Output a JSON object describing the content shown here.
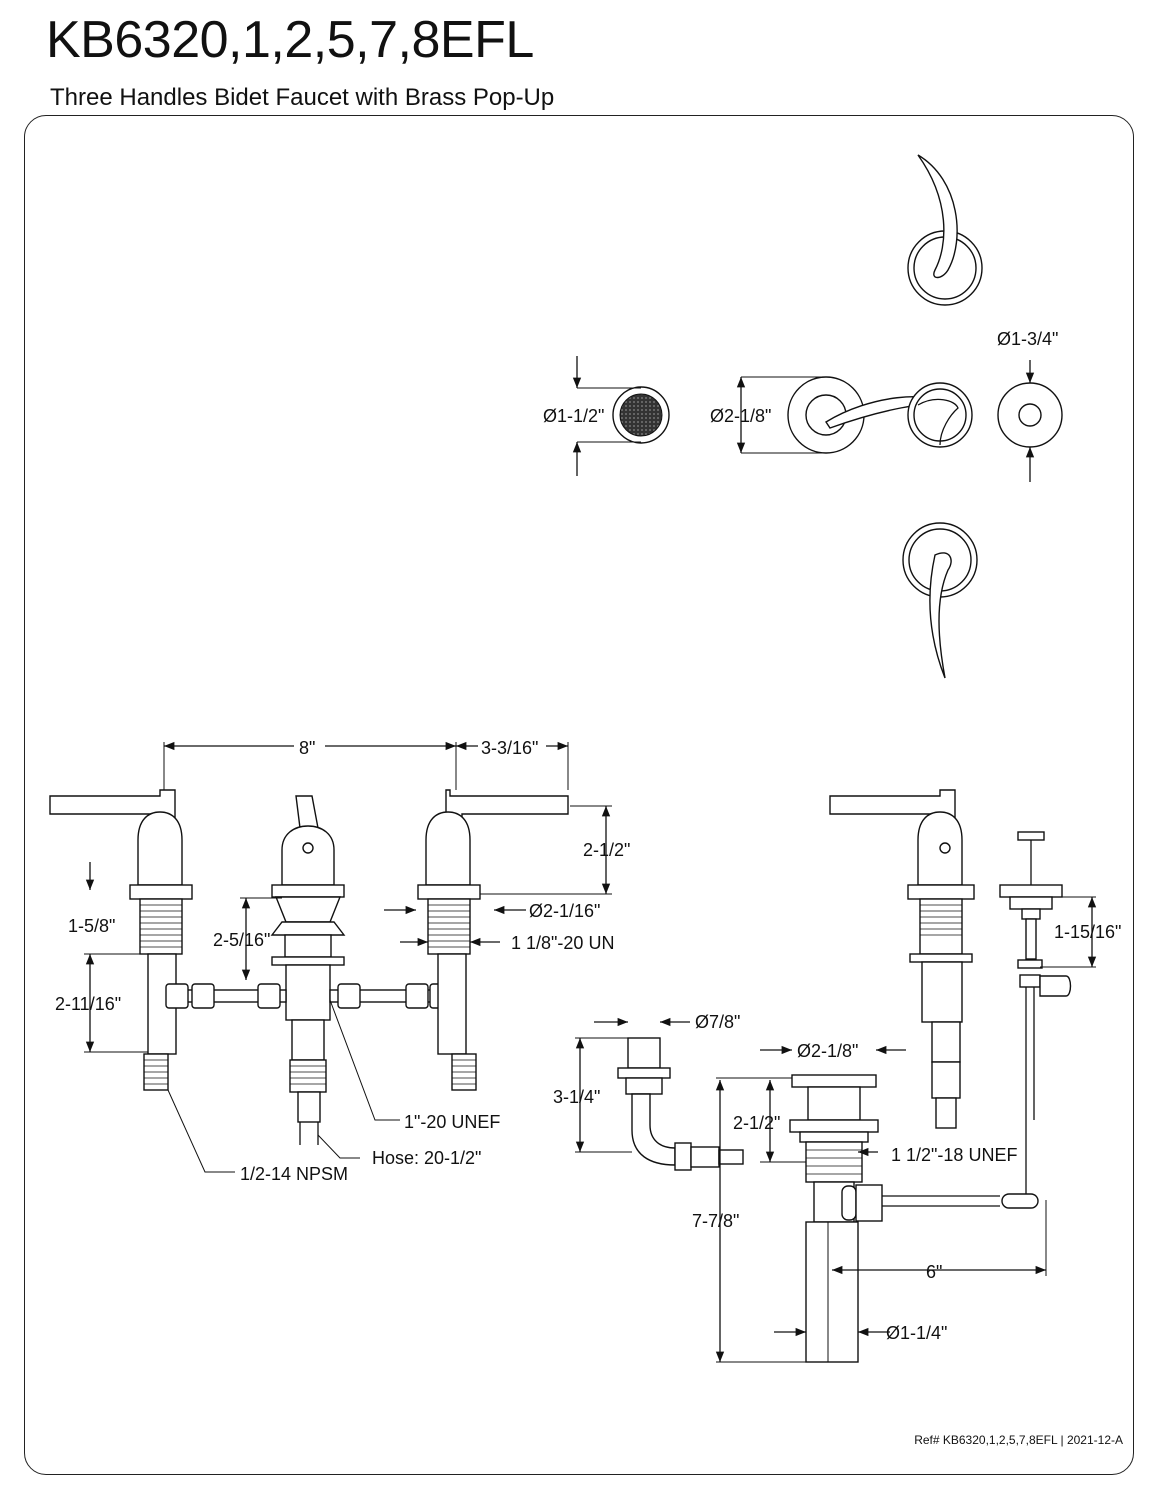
{
  "header": {
    "title": "KB6320,1,2,5,7,8EFL",
    "subtitle": "Three Handles Bidet Faucet with Brass Pop-Up"
  },
  "dimensions": {
    "aerator_dia": "Ø1-1/2\"",
    "escutcheon_dia": "Ø2-1/8\"",
    "flange_dia": "Ø1-3/4\"",
    "spread": "8\"",
    "handle_reach": "3-3/16\"",
    "handle_height": "2-1/2\"",
    "shank_length": "1-5/8\"",
    "base_dia": "Ø2-1/16\"",
    "center_height": "2-5/16\"",
    "thread_shank": "1 1/8\"-20 UN",
    "tail_length": "2-11/16\"",
    "center_thread": "1\"-20 UNEF",
    "hose": "Hose: 20-1/2\"",
    "inlet_thread": "1/2-14 NPSM",
    "spray_dia": "Ø7/8\"",
    "spray_height": "3-1/4\"",
    "drain_flange_dia": "Ø2-1/8\"",
    "drain_body_height": "2-1/2\"",
    "drain_thread": "1 1/2\"-18 UNEF",
    "lift_rod_height": "1-15/16\"",
    "drain_total_height": "7-7/8\"",
    "pivot_rod_length": "6\"",
    "tailpiece_dia": "Ø1-1/4\""
  },
  "footer": {
    "reference": "Ref# KB6320,1,2,5,7,8EFL | 2021-12-A"
  }
}
